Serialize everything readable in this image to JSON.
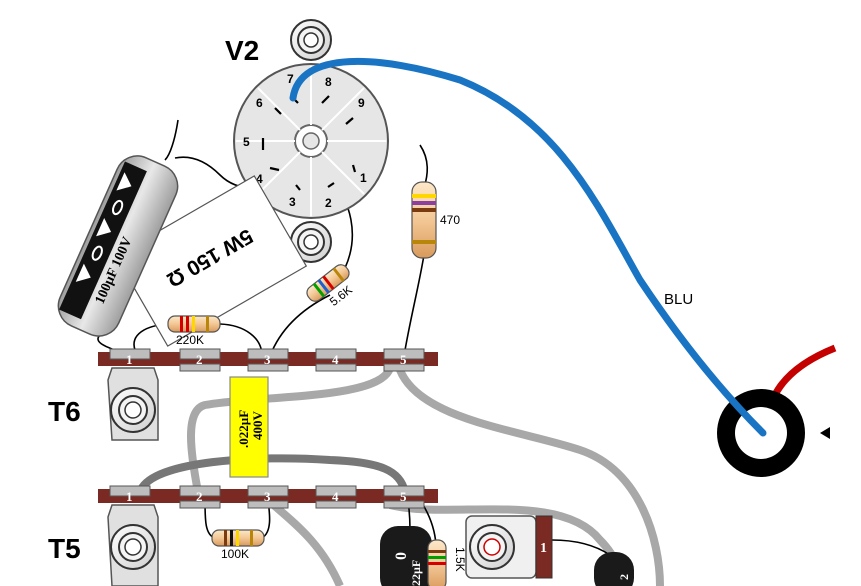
{
  "tube": {
    "label": "V2",
    "pins": [
      "1",
      "2",
      "3",
      "4",
      "5",
      "6",
      "7",
      "8",
      "9"
    ]
  },
  "strips": [
    {
      "label": "T6",
      "terminals": [
        "1",
        "2",
        "3",
        "4",
        "5"
      ]
    },
    {
      "label": "T5",
      "terminals": [
        "1",
        "2",
        "3",
        "4",
        "5"
      ]
    }
  ],
  "components": {
    "electrolytic_cap": "100µF 100V",
    "power_resistor": "5W 150 Ω",
    "r_220k": "220K",
    "r_5k6": "5.6K",
    "r_470": "470",
    "film_cap_value": ".022µF",
    "film_cap_voltage": "400V",
    "r_100k": "100K",
    "r_1k5": "1.5K",
    "small_cap_value": "22µF",
    "small_cap_marker": "0",
    "small_cap_right_marker": "2",
    "switch_terminal": "1"
  },
  "wires": {
    "blue_label": "BLU"
  },
  "colors": {
    "blue_wire": "#1a74c4",
    "red_wire": "#c40000",
    "strip": "#7a2a22",
    "film_cap": "#ffff00",
    "socket_fill": "#e6e6e6"
  }
}
